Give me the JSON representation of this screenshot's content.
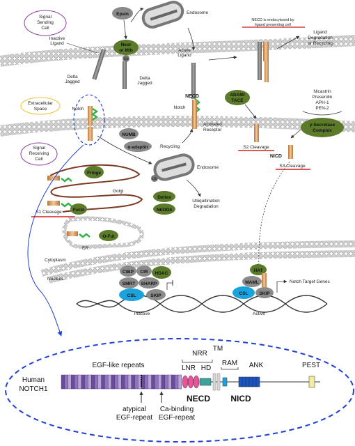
{
  "labels": {
    "signal_sending_cell": [
      "Signal",
      "Sending",
      "Cell"
    ],
    "signal_receiving_cell": [
      "Signal",
      "Receiving",
      "Cell"
    ],
    "extracellular_space": [
      "Extracellular",
      "Space"
    ],
    "inactive_ligand": [
      "Inactive",
      "Ligand"
    ],
    "active_ligand": [
      "Active",
      "Ligand"
    ],
    "delta_jagged_left": [
      "Delta",
      "Jagged"
    ],
    "delta_jagged_mid": [
      "Delta",
      "Jagged"
    ],
    "epsin": "Epsin",
    "endosome_top": "Endosome",
    "neur_mib": [
      "Neur",
      "or Mib"
    ],
    "ub_top": "Ub",
    "necd_note": [
      "NECD is endocytosed by",
      "ligand presenting cell"
    ],
    "ligand_degradation": [
      "Ligand",
      "Degradation",
      "or Recycling"
    ],
    "necd_top": "NECD",
    "notch_mid": "Notch",
    "activated_receptor": [
      "Activated",
      "Receptor"
    ],
    "adam_tace": [
      "ADAM/",
      "TACE"
    ],
    "s2_cleavage": "S2 Cleavage",
    "nicastrin_group": [
      "Nicastrin",
      "Presenilin",
      "APH-1",
      "PEN-2"
    ],
    "gamma_secretase": [
      "γ-Secretase",
      "Complex"
    ],
    "nicd_label": "NICD",
    "s3_cleavage": "S3 Cleavage",
    "notch_left": "Notch",
    "numb": "NUMB",
    "alpha_adaptin": "α-adaptin",
    "recycling": "Recycling",
    "endosome_mid": "Endosome",
    "ub_mid": "Ub",
    "deltex": "Deltex",
    "nedd4": "NEDD4",
    "ubiquitination": [
      "Ubiquitination",
      "Degradation"
    ],
    "fringe": "Fringe",
    "golgi": "Golgi",
    "furin": "Furin",
    "s1_cleavage": "S1 Cleavage",
    "o_fut": "O-Fut",
    "er": "ER",
    "cytoplasm": "Cytoplasm",
    "nucleus": "Nucleus",
    "ctbp": "CtBP",
    "cir": "CIR",
    "hdac": "HDAC",
    "smrt": "SMRT",
    "sharp": "SHARP",
    "csl_inactive": "CSL",
    "skip_inactive": "SKIP",
    "inactive": "Inactive",
    "hat": "HAT",
    "maml": "MAML",
    "csl_active": "CSL",
    "skip_active": "SKIP",
    "notch_target_genes": "Notch Target Genes",
    "active": "Active"
  },
  "domain_map": {
    "protein": [
      "Human",
      "NOTCH1"
    ],
    "egf_repeats": "EGF-like repeats",
    "nrr": "NRR",
    "tm": "TM",
    "lnr": "LNR",
    "hd": "HD",
    "ram": "RAM",
    "ank": "ANK",
    "pest": "PEST",
    "necd": "NECD",
    "nicd": "NICD",
    "atypical": [
      "atypical",
      "EGF-repeat"
    ],
    "ca_binding": [
      "Ca-binding",
      "EGF-repeat"
    ]
  },
  "colors": {
    "olive_pill": "#5b7a2a",
    "cyan_protein": "#1aa3dd",
    "grey_protein": "#8a8a8a",
    "receptor_tan": "#d9a36a",
    "egf_green": "#35b24a",
    "cleavage_red": "#d01f1f",
    "blue_dashed": "#1f3fd6",
    "purple_oval": "#8b3fa0",
    "egf_purple": "#7a5aa6"
  }
}
